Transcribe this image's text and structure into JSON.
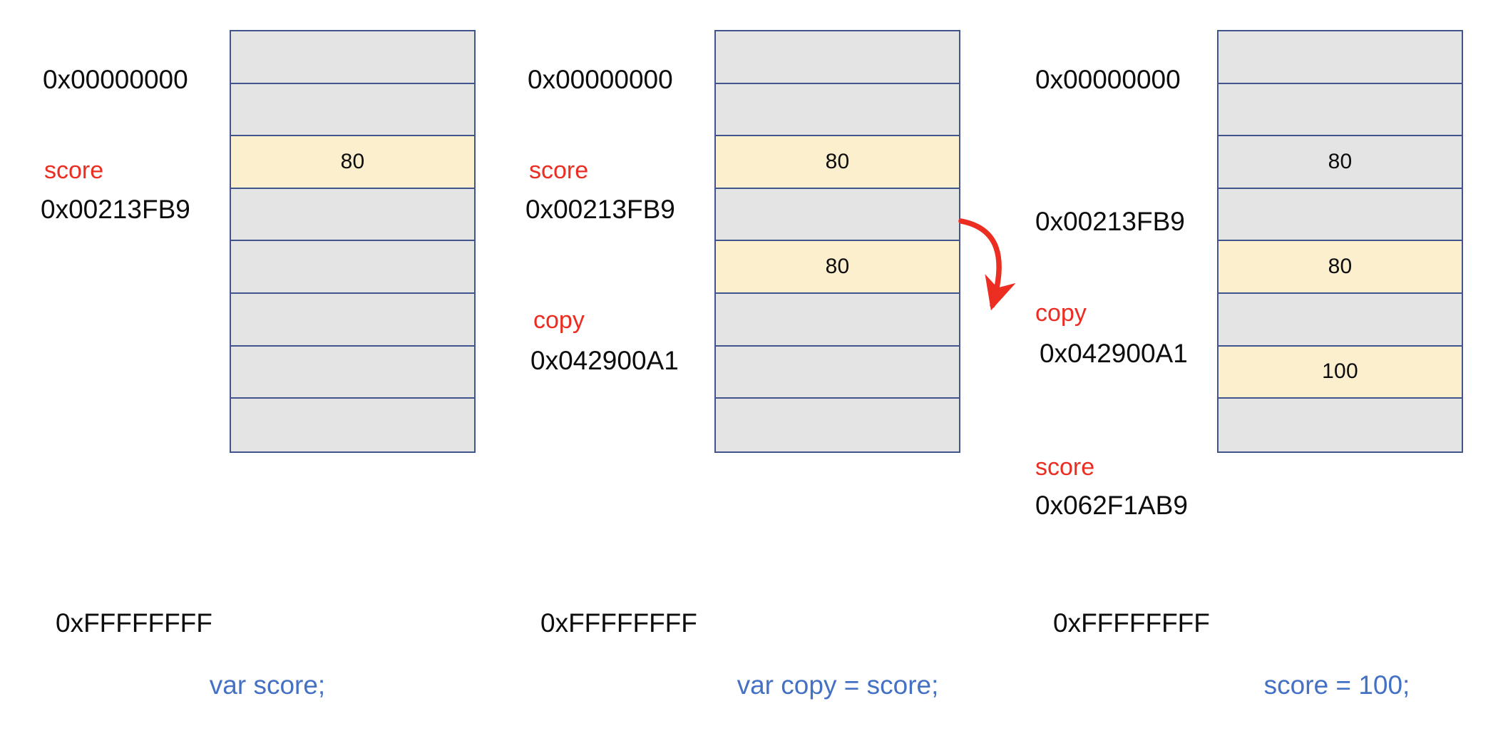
{
  "diagram": {
    "title_colors": {
      "cell_border": "#41558c",
      "cell_fill": "#e4e4e4",
      "cell_highlight": "#fbefcd",
      "variable_label": "#ec2d22",
      "caption": "#4471c4",
      "arrow": "#ec2d22"
    },
    "panels": [
      {
        "caption": "var score;",
        "top_address": "0x00000000",
        "bottom_address": "0xFFFFFFFF",
        "labels": [
          {
            "name": "score",
            "address": "0x00213FB9"
          }
        ],
        "cells": [
          {
            "value": "",
            "highlight": false
          },
          {
            "value": "",
            "highlight": false
          },
          {
            "value": "80",
            "highlight": true
          },
          {
            "value": "",
            "highlight": false
          },
          {
            "value": "",
            "highlight": false
          },
          {
            "value": "",
            "highlight": false
          },
          {
            "value": "",
            "highlight": false
          },
          {
            "value": "",
            "highlight": false
          }
        ]
      },
      {
        "caption": "var copy = score;",
        "top_address": "0x00000000",
        "bottom_address": "0xFFFFFFFF",
        "labels": [
          {
            "name": "score",
            "address": "0x00213FB9"
          },
          {
            "name": "copy",
            "address": "0x042900A1"
          }
        ],
        "cells": [
          {
            "value": "",
            "highlight": false
          },
          {
            "value": "",
            "highlight": false
          },
          {
            "value": "80",
            "highlight": true
          },
          {
            "value": "",
            "highlight": false
          },
          {
            "value": "80",
            "highlight": true
          },
          {
            "value": "",
            "highlight": false
          },
          {
            "value": "",
            "highlight": false
          },
          {
            "value": "",
            "highlight": false
          }
        ]
      },
      {
        "caption": "score = 100;",
        "top_address": "0x00000000",
        "bottom_address": "0xFFFFFFFF",
        "labels": [
          {
            "name": "",
            "address": "0x00213FB9"
          },
          {
            "name": "copy",
            "address": "0x042900A1"
          },
          {
            "name": "score",
            "address": "0x062F1AB9"
          }
        ],
        "cells": [
          {
            "value": "",
            "highlight": false
          },
          {
            "value": "",
            "highlight": false
          },
          {
            "value": "80",
            "highlight": false
          },
          {
            "value": "",
            "highlight": false
          },
          {
            "value": "80",
            "highlight": true
          },
          {
            "value": "",
            "highlight": false
          },
          {
            "value": "100",
            "highlight": true
          },
          {
            "value": "",
            "highlight": false
          }
        ]
      }
    ],
    "arrow": {
      "name": "copy-arrow",
      "from": "score-cell-panel2",
      "to": "copy-cell-panel2"
    }
  }
}
